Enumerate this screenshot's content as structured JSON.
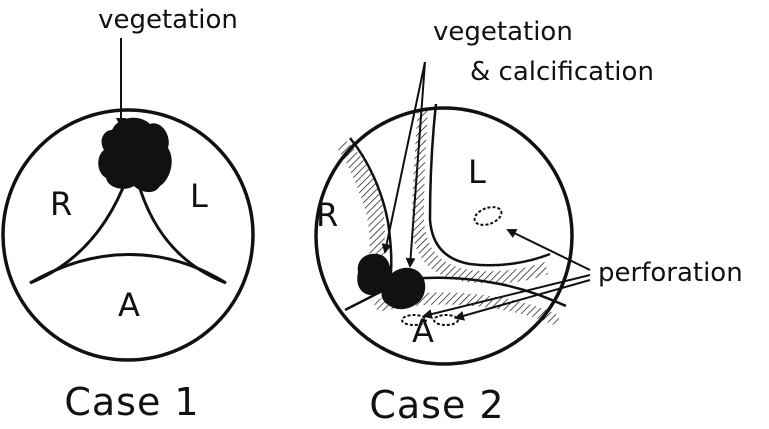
{
  "case1": {
    "caption": "Case 1",
    "annotation": "vegetation",
    "labels": {
      "right": "R",
      "left": "L",
      "aortic": "A"
    }
  },
  "case2": {
    "caption": "Case 2",
    "annotation_line1": "vegetation",
    "annotation_line2": "& calcification",
    "perforation_label": "perforation",
    "labels": {
      "right": "R",
      "left": "L",
      "aortic": "A"
    }
  },
  "colors": {
    "ink": "#111111",
    "background": "#ffffff"
  }
}
